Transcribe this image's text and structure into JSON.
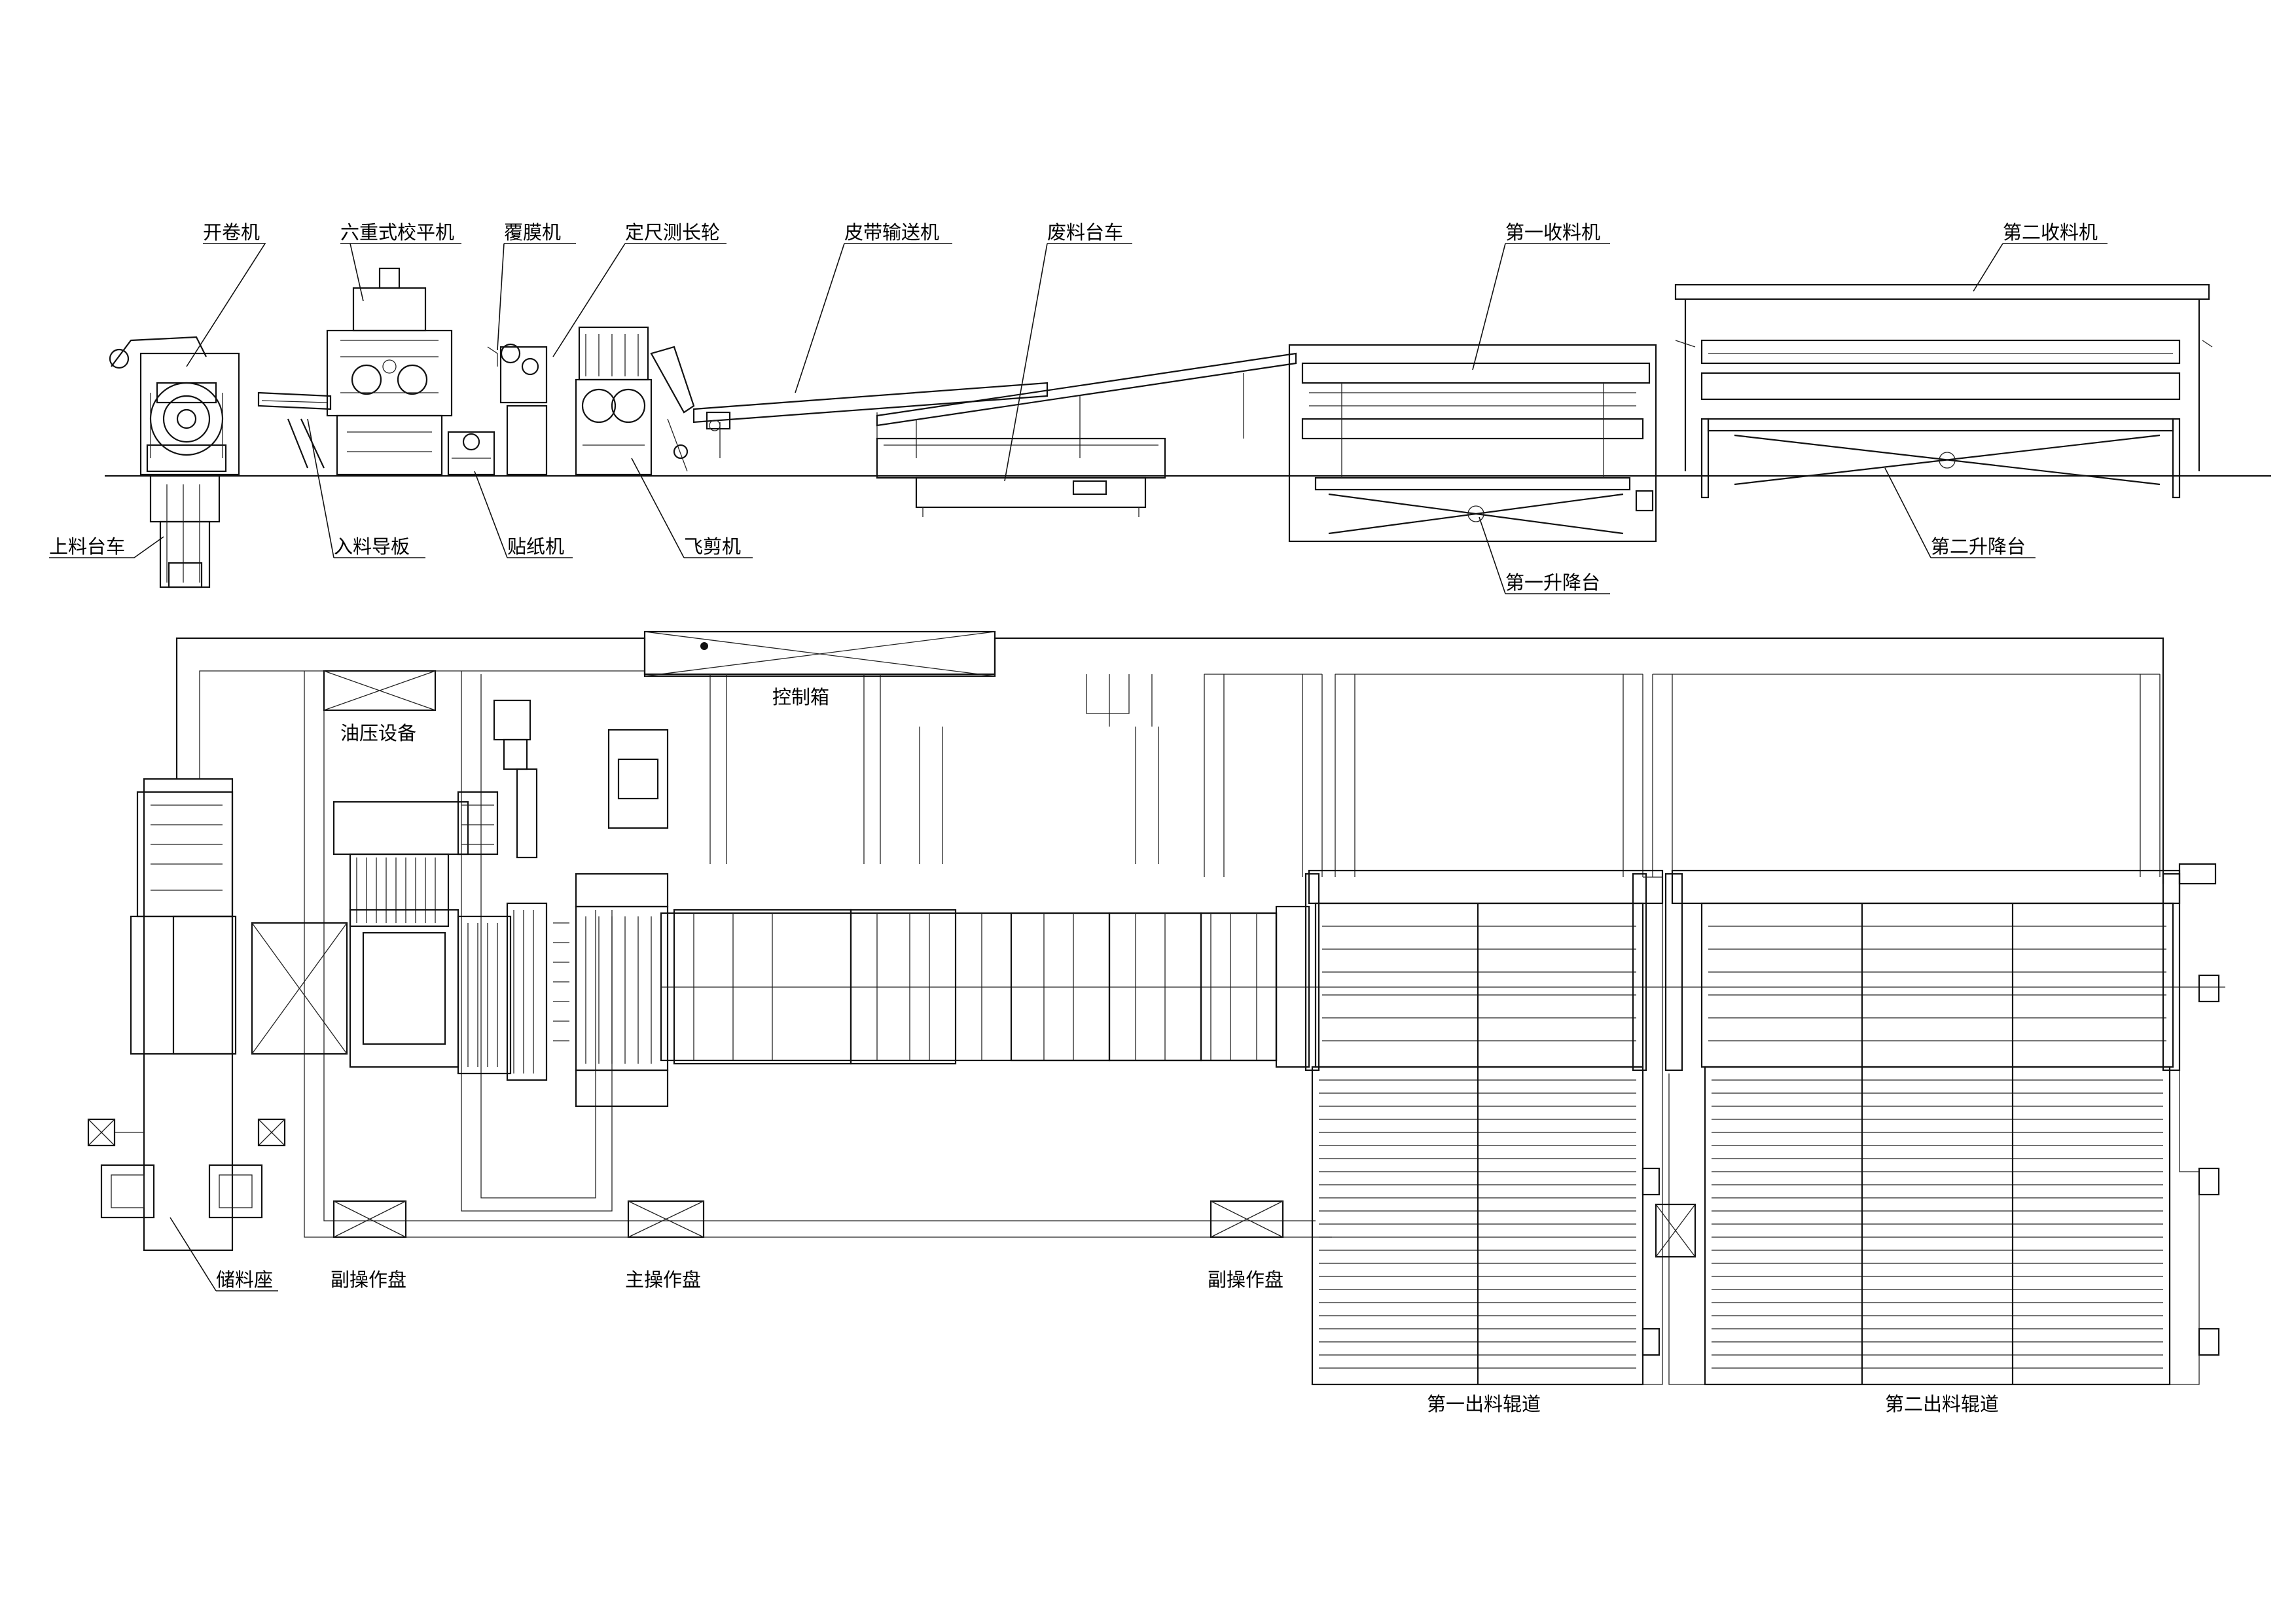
{
  "elevation_labels": {
    "uncoiler": "开卷机",
    "six_high_leveler": "六重式校平机",
    "film_laminator": "覆膜机",
    "length_wheel": "定尺测长轮",
    "belt_conveyor": "皮带输送机",
    "scrap_cart": "废料台车",
    "first_stacker": "第一收料机",
    "second_stacker": "第二收料机",
    "coil_car": "上料台车",
    "feed_guide": "入料导板",
    "paper_applicator": "贴纸机",
    "flying_shear": "飞剪机",
    "first_lift_table": "第一升降台",
    "second_lift_table": "第二升降台"
  },
  "plan_labels": {
    "control_box": "控制箱",
    "hydraulic_unit": "油压设备",
    "coil_storage": "储料座",
    "aux_panel_left": "副操作盘",
    "main_panel": "主操作盘",
    "aux_panel_right": "副操作盘",
    "first_roller_table": "第一出料辊道",
    "second_roller_table": "第二出料辊道"
  }
}
